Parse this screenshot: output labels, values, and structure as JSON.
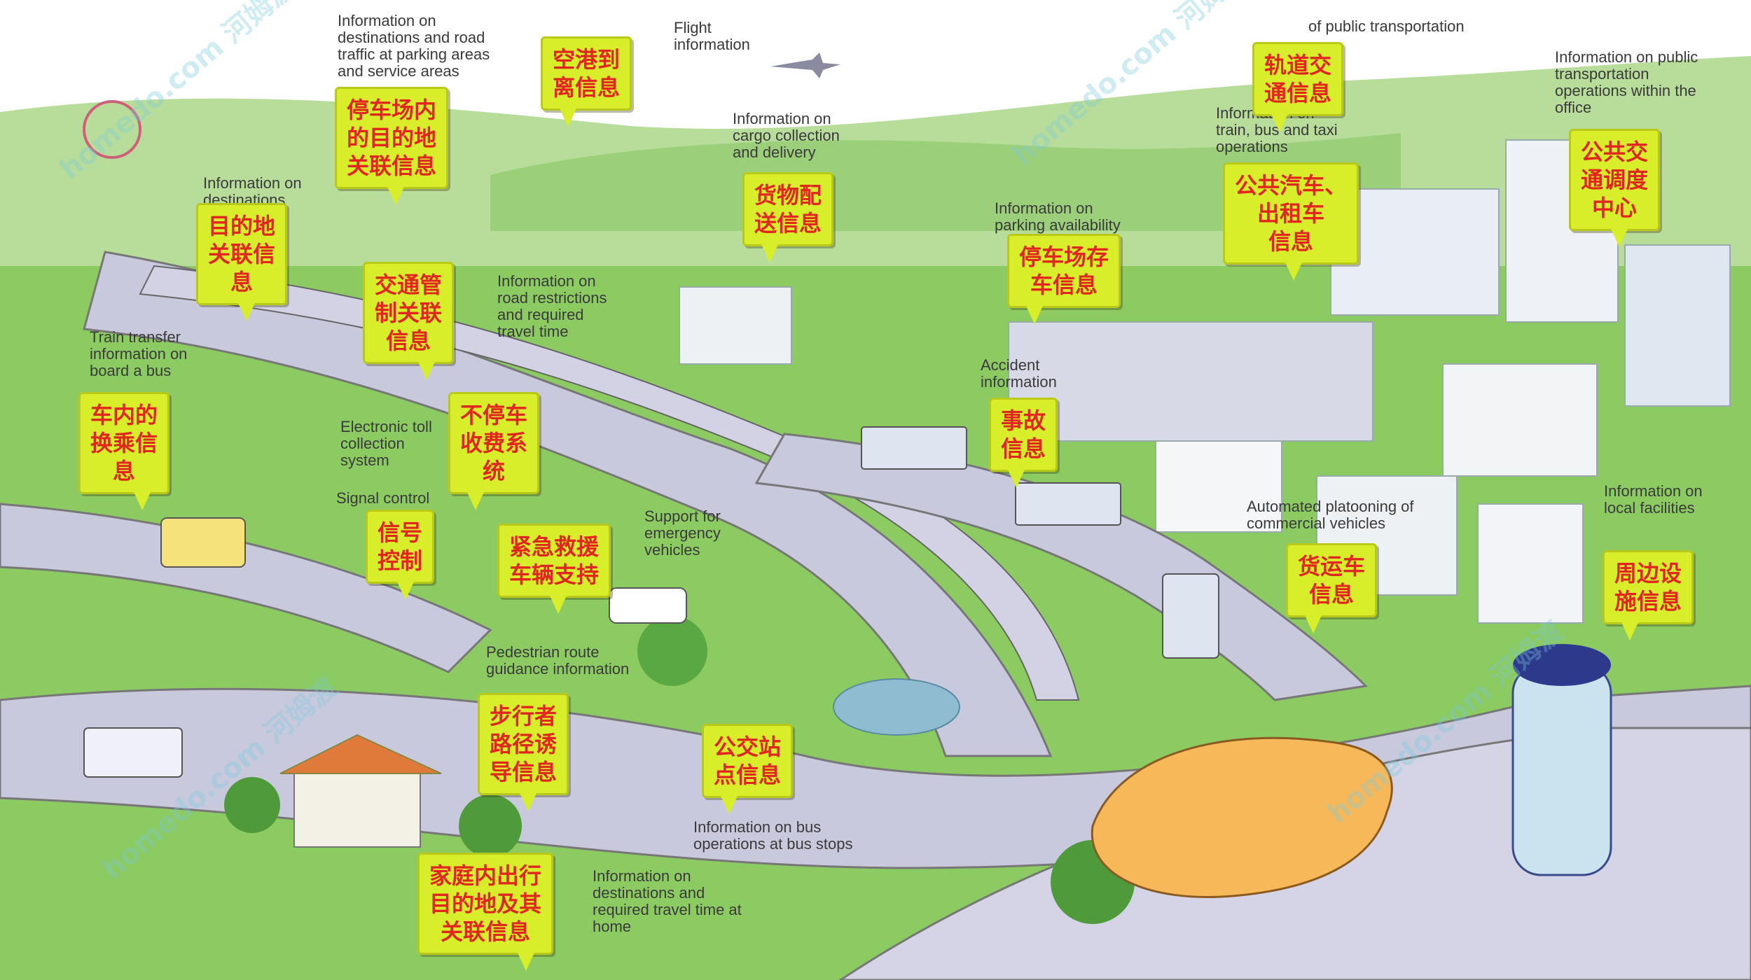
{
  "captions": {
    "airport": "空港到\n离信息",
    "parking_dest": "停车场内\n的目的地\n关联信息",
    "dest_related": "目的地\n关联信\n息",
    "traffic_control": "交通管\n制关联\n信息",
    "cargo": "货物配\n送信息",
    "rail": "轨道交\n通信息",
    "bus_taxi": "公共汽车、\n出租车\n信息",
    "dispatch": "公共交\n通调度\n中心",
    "parking_avail": "停车场存\n车信息",
    "transfer": "车内的\n换乘信\n息",
    "etc": "不停车\n收费系\n统",
    "accident": "事故\n信息",
    "signal": "信号\n控制",
    "emergency": "紧急救援\n车辆支持",
    "truck": "货运车\n信息",
    "local_facilities": "周边设\n施信息",
    "pedestrian": "步行者\n路径诱\n导信息",
    "bus_stop": "公交站\n点信息",
    "home": "家庭内出行\n目的地及其\n关联信息"
  },
  "english": {
    "parking_info": "Information on\ndestinations and road\ntraffic at parking areas\nand service areas",
    "flight": "Flight\ninformation",
    "public_modes": "of public transportation",
    "public_ops": "Information on public\ntransportation\noperations within the\noffice",
    "cargo": "Information on\ncargo collection\nand delivery",
    "bus_taxi_ops": "Information on\ntrain, bus and taxi\noperations",
    "destinations": "Information on\ndestinations",
    "parking_avail": "Information on\nparking availability",
    "road_restrictions": "Information on\nroad restrictions\nand required\ntravel time",
    "train_transfer": "Train transfer\ninformation on\nboard a bus",
    "accident": "Accident\ninformation",
    "etc": "Electronic toll\ncollection\nsystem",
    "signal": "Signal control",
    "emergency": "Support for\nemergency\nvehicles",
    "platooning": "Automated platooning of\ncommercial vehicles",
    "local": "Information on\nlocal facilities",
    "pedestrian": "Pedestrian route\nguidance information",
    "bus_stops": "Information on bus\noperations at bus stops",
    "home": "Information on\ndestinations and\nrequired travel time at\nhome"
  },
  "watermark": "homedo.com 河姆渡",
  "colors": {
    "caption_bg": "#d9ee2a",
    "caption_text": "#e0261e",
    "road": "#c9c9de",
    "grass": "#7cc35a",
    "sky": "#ffffff"
  }
}
